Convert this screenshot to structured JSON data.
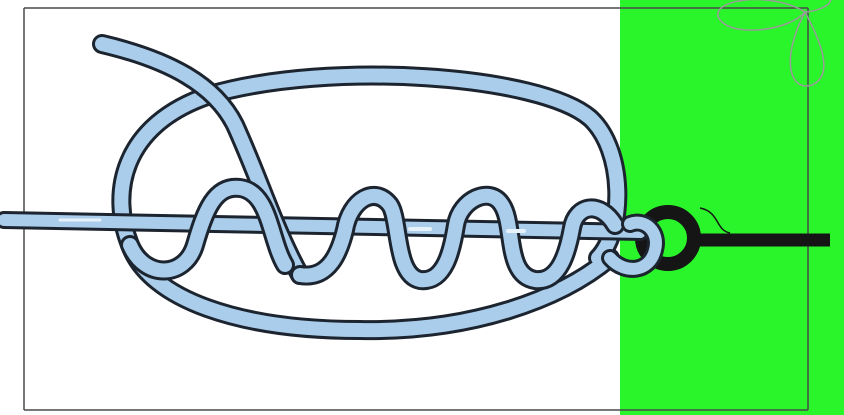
{
  "diagram": {
    "colors": {
      "background": "#ffffff",
      "frame": "#4a4a4a",
      "panel": "#2af52a",
      "rope": "#a9cdea",
      "rope_highlight": "#e6f2fb",
      "rope_outline": "#1c2430",
      "hook": "#151515",
      "scribble": "#9a9a9a"
    },
    "parts": [
      "main-line",
      "tag-end",
      "wrap-turns",
      "hook-eye",
      "hook-shank",
      "green-panel",
      "frame"
    ]
  }
}
